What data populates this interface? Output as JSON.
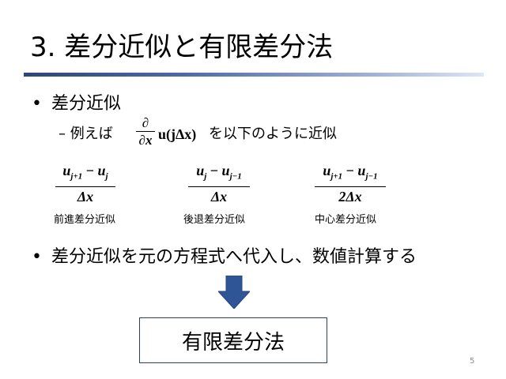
{
  "slide": {
    "title": "3. 差分近似と有限差分法",
    "page_number": "5"
  },
  "bullets": [
    {
      "marker": "•",
      "text": "差分近似",
      "sub": {
        "dash": "–",
        "lead": "例えば",
        "deriv_num": "∂",
        "deriv_den": "∂x",
        "deriv_arg": "u(jΔx)",
        "trail": "を以下のように近似"
      }
    },
    {
      "marker": "•",
      "text": "差分近似を元の方程式へ代入し、数値計算する"
    }
  ],
  "formulas": [
    {
      "num_a": "u",
      "sub_a": "j+1",
      "minus": "−",
      "num_b": "u",
      "sub_b": "j",
      "den": "Δx",
      "caption": "前進差分近似"
    },
    {
      "num_a": "u",
      "sub_a": "j",
      "minus": "−",
      "num_b": "u",
      "sub_b": "j−1",
      "den": "Δx",
      "caption": "後退差分近似"
    },
    {
      "num_a": "u",
      "sub_a": "j+1",
      "minus": "−",
      "num_b": "u",
      "sub_b": "j−1",
      "den": "2Δx",
      "caption": "中心差分近似"
    }
  ],
  "result_box": {
    "label": "有限差分法"
  },
  "colors": {
    "accent_bar": "#2e4577",
    "arrow": "#2f5597",
    "box_border": "#2e3f66"
  },
  "icons": {
    "arrow": "down-arrow-icon"
  }
}
